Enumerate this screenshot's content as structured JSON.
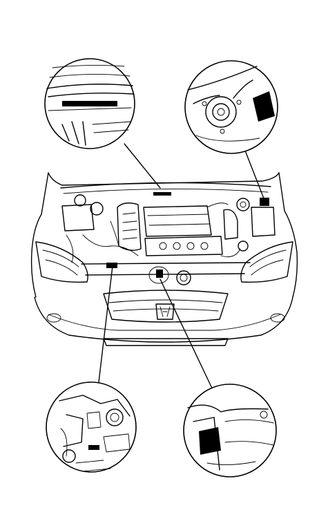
{
  "figure": {
    "kind": "line-art technical illustration",
    "subject": "engine-compartment-label-locations",
    "callouts": [
      {
        "id": "top-left",
        "content": "hood-underside-label"
      },
      {
        "id": "top-right",
        "content": "strut-tower-label"
      },
      {
        "id": "bottom-left",
        "content": "engine-block-label"
      },
      {
        "id": "bottom-right",
        "content": "radiator-support-label"
      }
    ],
    "colors": {
      "line": "#000000",
      "background": "#ffffff",
      "label_fill": "#000000"
    }
  }
}
